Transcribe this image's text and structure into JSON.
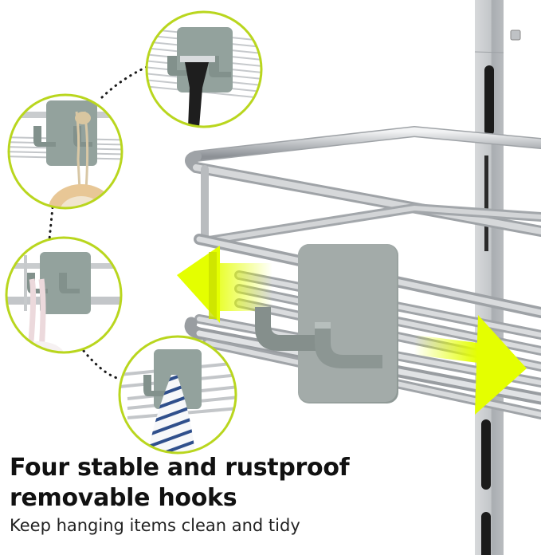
{
  "caption": {
    "headline_line1": "Four stable and rustproof",
    "headline_line2": "removable hooks",
    "subline": "Keep hanging items clean and tidy"
  },
  "colors": {
    "accent_lime": "#c8e000",
    "arrow_yellow": "#e4ff00",
    "hook_gray": "#8f9b97",
    "steel": "#c9ccce",
    "text": "#111111"
  },
  "callouts": [
    {
      "name": "razor-hook-callout",
      "item": "razor"
    },
    {
      "name": "loofah-rope-hook-callout",
      "item": "wooden brush on rope"
    },
    {
      "name": "rope-hook-callout",
      "item": "bath pouf rope"
    },
    {
      "name": "towel-hook-callout",
      "item": "striped towel"
    }
  ],
  "arrows": [
    {
      "name": "left-arrow",
      "direction": "left"
    },
    {
      "name": "right-arrow",
      "direction": "right"
    }
  ]
}
